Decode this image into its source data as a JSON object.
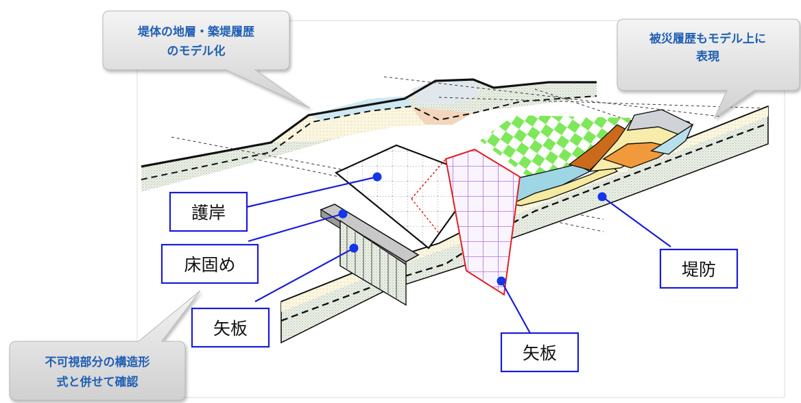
{
  "callouts": {
    "top_left": [
      "堤体の地層・築堤履歴",
      "のモデル化"
    ],
    "top_right": [
      "被災履歴もモデル上に",
      "表現"
    ],
    "bottom_left": [
      "不可視部分の構造形",
      "式と併せて確認"
    ]
  },
  "labels": {
    "revetment": "護岸",
    "bed_protection": "床固め",
    "sheet_pile_left": "矢板",
    "sheet_pile_bottom": "矢板",
    "levee": "堤防"
  },
  "colors": {
    "callout_text": "#1f5fb4",
    "label_border": "#1a1adc",
    "leader_line": "#1a1adc",
    "marker": "#1436e8",
    "sheet_pile_outline": "#e02020",
    "sheet_pile_grid": "#a060d0",
    "grass_check": "#66e040"
  }
}
